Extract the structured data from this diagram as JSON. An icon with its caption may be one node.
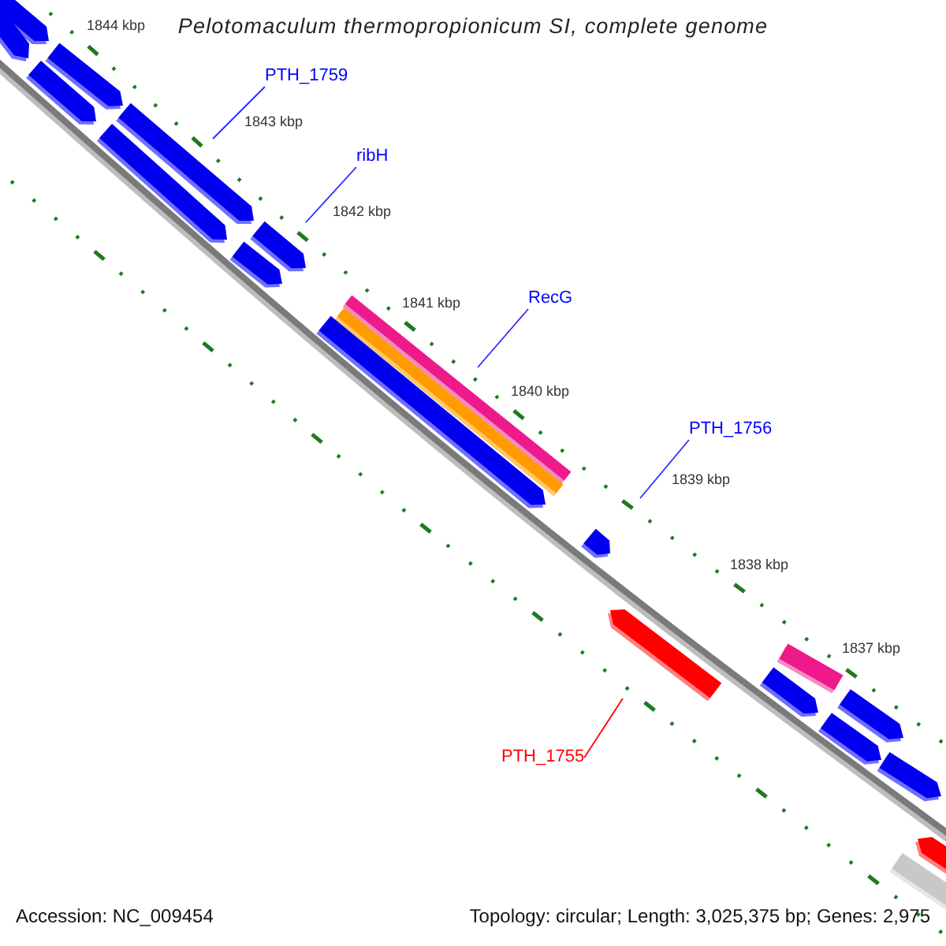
{
  "diagram": {
    "title": "Pelotomaculum thermopropionicum SI, complete genome",
    "nodes": [
      {
        "text": [
          "PTH_1759"
        ]
      },
      {
        "text": [
          "ribH"
        ]
      },
      {
        "text": [
          "RecG"
        ]
      },
      {
        "text": [
          "PTH_1756"
        ]
      },
      {
        "text": [
          "PTH_1755"
        ]
      }
    ],
    "edges": [
      {
        "from": 0,
        "to": null,
        "arrow": "none"
      },
      {
        "from": 1,
        "to": null,
        "arrow": "none"
      },
      {
        "from": 2,
        "to": null,
        "arrow": "none"
      },
      {
        "from": 3,
        "to": null,
        "arrow": "none"
      },
      {
        "from": 4,
        "to": null,
        "arrow": "none",
        "color": "#ff0000"
      }
    ],
    "labels": [
      "1844 kbp",
      "1843 kbp",
      "1842 kbp",
      "1841 kbp",
      "1840 kbp",
      "1839 kbp",
      "1838 kbp",
      "1837 kbp",
      "Accession: NC_009454",
      "Topology: circular; Length: 3,025,375 bp; Genes: 2,975"
    ]
  }
}
